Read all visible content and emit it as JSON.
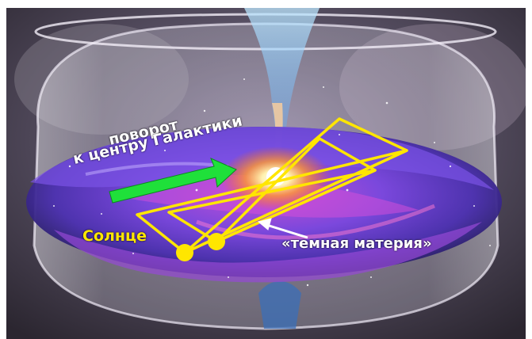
{
  "labels": {
    "turn_line1": "поворот",
    "turn_line2": "к  центру Галактики",
    "sun": "Солнце",
    "dark_matter": "«темная материя»"
  },
  "colors": {
    "arrow_green": "#1fe03a",
    "orbit_yellow": "#ffe600",
    "galaxy_purple": "#6a3fd0",
    "pointer_white": "#ffffff"
  },
  "icons": {
    "arrow": "green-arrow-icon",
    "sun_marker": "sun-dot-icon",
    "pointer": "white-arrow-icon"
  }
}
